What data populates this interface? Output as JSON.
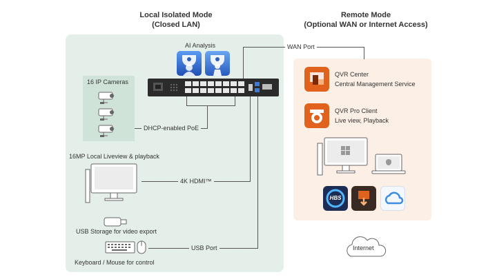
{
  "local": {
    "title_line1": "Local Isolated Mode",
    "title_line2": "(Closed LAN)",
    "ai_label": "AI Analysis",
    "cameras_label": "16 IP Cameras",
    "poe_label": "DHCP-enabled PoE",
    "monitor_label": "16MP Local Liveview & playback",
    "hdmi_label": "4K HDMI™",
    "usb_storage_label": "USB Storage for video export",
    "usb_port_label": "USB Port",
    "keyboard_label": "Keyboard / Mouse for control"
  },
  "remote": {
    "title_line1": "Remote Mode",
    "title_line2": "(Optional WAN or Internet Access)",
    "wan_label": "WAN Port",
    "qvr_center_name": "QVR Center",
    "qvr_center_desc": "Central Management Service",
    "qvr_client_name": "QVR Pro Client",
    "qvr_client_desc": "Live view, Playback",
    "hbs_text": "HBS",
    "internet_label": "Internet"
  },
  "colors": {
    "local_bg": "#e4efe9",
    "camera_box_bg": "#d0e3d8",
    "remote_bg": "#fcefe6",
    "qvr_orange": "#e0621c",
    "ai_blue": "#2f6fd6",
    "line": "#555555"
  }
}
